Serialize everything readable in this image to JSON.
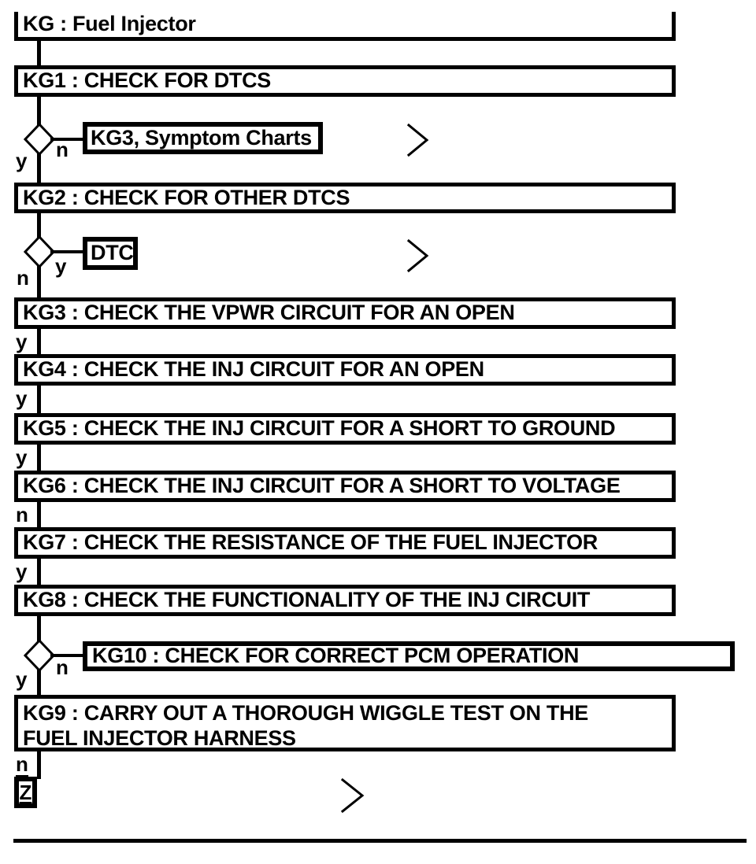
{
  "diagram": {
    "title": "KG : Fuel Injector",
    "steps": {
      "kg1": "KG1 : CHECK FOR DTCS",
      "kg2": "KG2 : CHECK FOR OTHER DTCS",
      "kg3": "KG3 : CHECK THE VPWR CIRCUIT FOR AN OPEN",
      "kg4": "KG4 : CHECK THE INJ CIRCUIT FOR AN OPEN",
      "kg5": "KG5 : CHECK THE INJ CIRCUIT FOR A SHORT TO GROUND",
      "kg6": "KG6 : CHECK THE INJ CIRCUIT FOR A SHORT TO VOLTAGE",
      "kg7": "KG7 : CHECK THE RESISTANCE OF THE FUEL INJECTOR",
      "kg8": "KG8 : CHECK THE FUNCTIONALITY OF THE INJ CIRCUIT",
      "kg9_line1": "KG9 : CARRY OUT A THOROUGH WIGGLE TEST ON THE",
      "kg9_line2": "FUEL INJECTOR HARNESS",
      "kg10": "KG10 : CHECK FOR CORRECT PCM OPERATION"
    },
    "branches": {
      "kg1_no": "KG3, Symptom Charts",
      "kg2_yes": "DTC"
    },
    "labels": {
      "yes": "y",
      "no": "n"
    },
    "terminal": "Z",
    "colors": {
      "ink": "#000000",
      "background": "#ffffff"
    }
  }
}
